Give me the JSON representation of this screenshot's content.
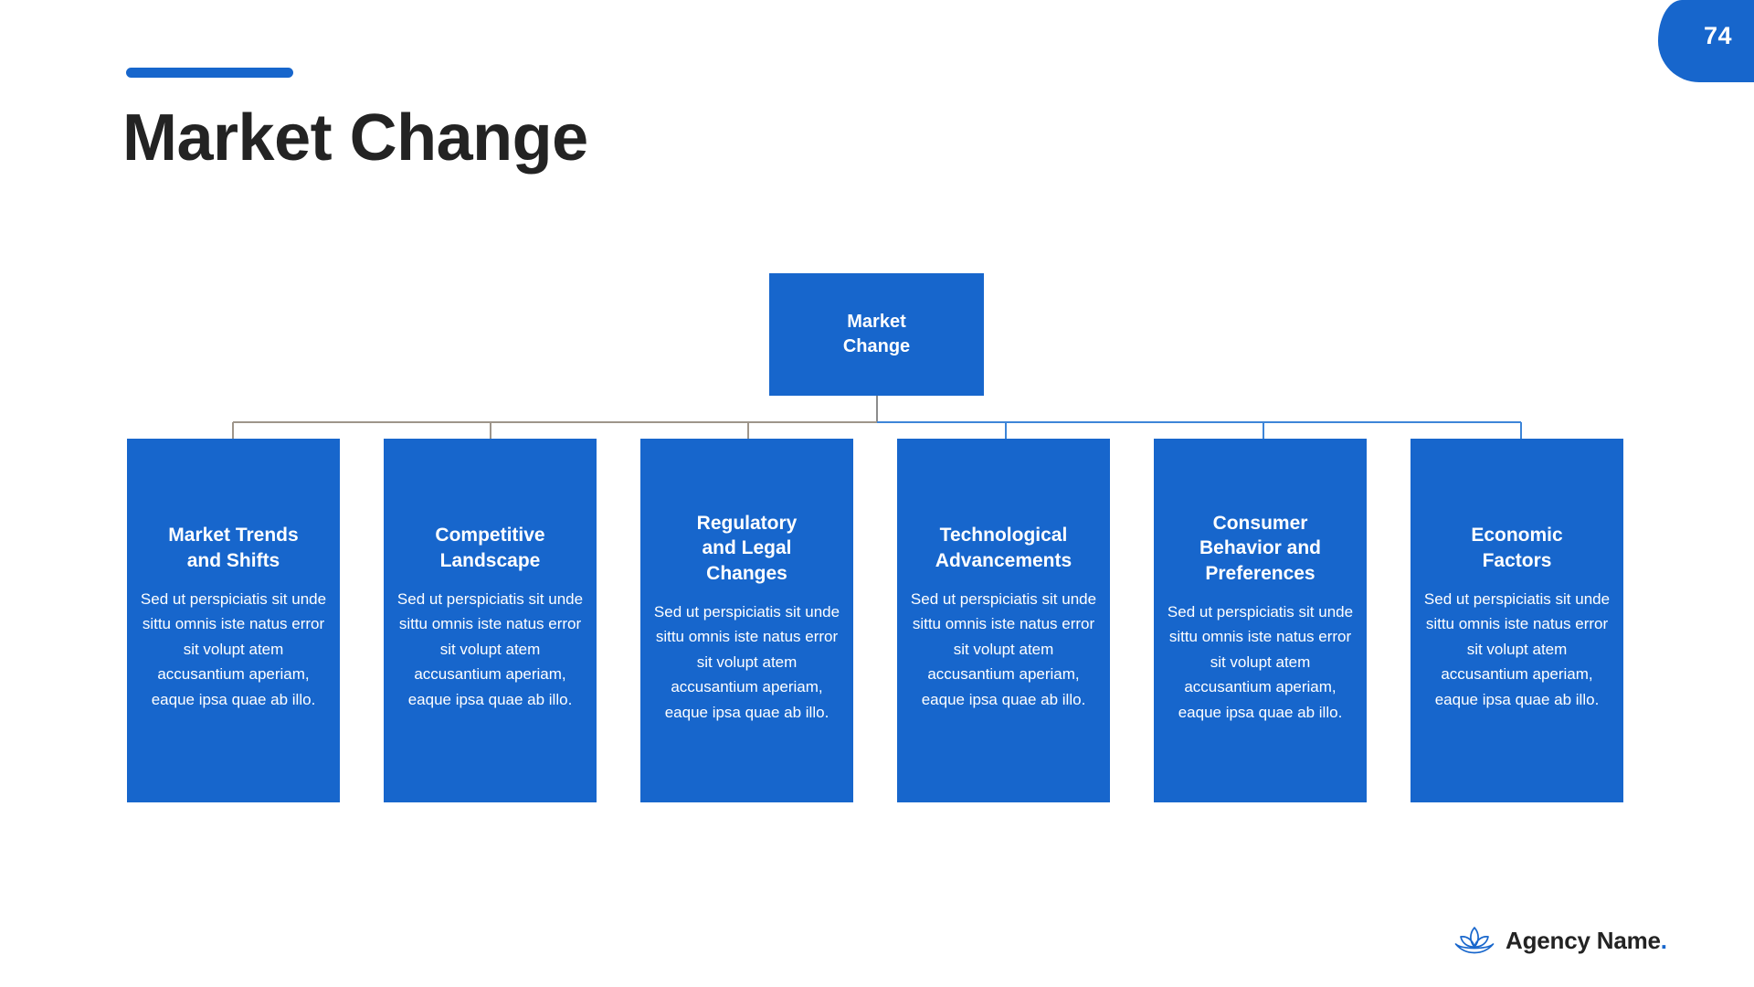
{
  "slide": {
    "page_number": "74",
    "title": "Market Change",
    "accent_color": "#1766cc",
    "title_color": "#232323",
    "background_color": "#ffffff"
  },
  "root_node": {
    "label": "Market\nChange",
    "fill_color": "#1766cc",
    "text_color": "#ffffff"
  },
  "connectors": {
    "left_line_color": "#9e958a",
    "right_line_color": "#3d85d8",
    "stem_color": "#8c8c8c"
  },
  "cards": [
    {
      "title": "Market Trends\nand Shifts",
      "body": "Sed ut perspiciatis sit unde sittu omnis iste natus error sit volupt atem accusantium aperiam, eaque ipsa quae ab illo."
    },
    {
      "title": "Competitive\nLandscape",
      "body": "Sed ut perspiciatis sit unde sittu omnis iste natus error sit volupt atem accusantium aperiam, eaque ipsa quae ab illo."
    },
    {
      "title": "Regulatory\nand Legal\nChanges",
      "body": "Sed ut perspiciatis sit unde sittu omnis iste natus error sit volupt atem accusantium aperiam, eaque ipsa quae ab illo."
    },
    {
      "title": "Technological\nAdvancements",
      "body": "Sed ut perspiciatis sit unde sittu omnis iste natus error sit volupt atem accusantium aperiam, eaque ipsa quae ab illo."
    },
    {
      "title": "Consumer\nBehavior and\nPreferences",
      "body": "Sed ut perspiciatis sit unde sittu omnis iste natus error sit volupt atem accusantium aperiam, eaque ipsa quae ab illo."
    },
    {
      "title": "Economic\nFactors",
      "body": "Sed ut perspiciatis sit unde sittu omnis iste natus error sit volupt atem accusantium aperiam, eaque ipsa quae ab illo."
    }
  ],
  "footer": {
    "logo_icon": "lotus-flower-icon",
    "logo_text": "Agency Name",
    "logo_dot": ".",
    "logo_icon_color": "#1766cc",
    "logo_text_color": "#232323"
  }
}
